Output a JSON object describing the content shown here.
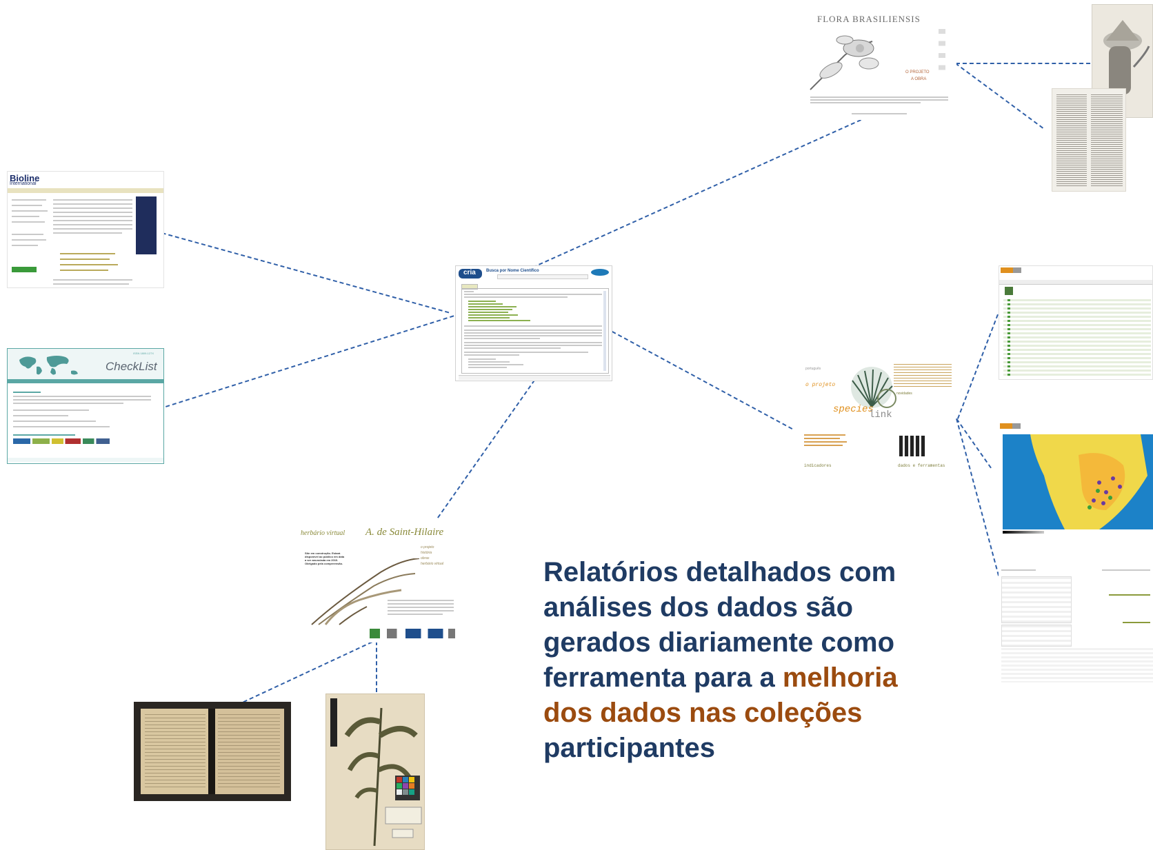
{
  "caption": {
    "part1": "Relatórios detalhados com análises dos dados são gerados diariamente como ferramenta para a ",
    "highlight": "melhoria dos dados nas coleções",
    "part2": " participantes"
  },
  "flora": {
    "title": "FLORA BRASILIENSIS",
    "link1": "O PROJETO",
    "link2": "A OBRA"
  },
  "bioline": {
    "title": "Bioline",
    "subtitle": "International"
  },
  "checklist": {
    "logo": "CheckList",
    "issn": "ISSN 1809-127X"
  },
  "cria": {
    "logo": "cria",
    "title": "Busca por Nome Científico"
  },
  "specieslink": {
    "logo": "species",
    "logo2": "link",
    "menu_projeto": "o projeto",
    "menu_indicadores": "indicadores",
    "menu_dados": "dados e ferramentas",
    "menu_novidades": "novidades"
  },
  "herbario": {
    "title_prefix": "herbário virtual",
    "title_name": "A. de Saint-Hilaire",
    "menu": [
      "o projeto",
      "história",
      "obras",
      "herbário virtual"
    ],
    "notice": "Site em construção. Estará disponível ao público em data a ser anunciada em 2010. Obrigado pela compreensão."
  },
  "colors": {
    "connector": "#2f5fa8",
    "caption_main": "#1f3b63",
    "caption_highlight": "#9b4b0f",
    "checklist_teal": "#5aa7a4",
    "species_orange": "#e0901e"
  }
}
